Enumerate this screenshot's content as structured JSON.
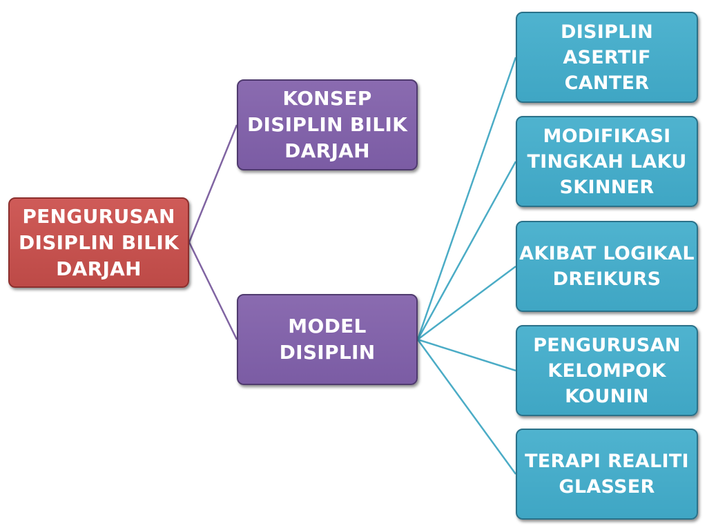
{
  "diagram": {
    "root": {
      "label": "PENGURUSAN DISIPLIN BILIK DARJAH"
    },
    "branches": [
      {
        "label": "KONSEP DISIPLIN BILIK DARJAH",
        "children": []
      },
      {
        "label": "MODEL DISIPLIN",
        "children": [
          {
            "label": "DISIPLIN ASERTIF CANTER"
          },
          {
            "label": "MODIFIKASI TINGKAH LAKU SKINNER"
          },
          {
            "label": "AKIBAT LOGIKAL DREIKURS"
          },
          {
            "label": "PENGURUSAN KELOMPOK KOUNIN"
          },
          {
            "label": "TERAPI REALITI GLASSER"
          }
        ]
      }
    ]
  },
  "colors": {
    "root_fill": "#c0504d",
    "branch_fill": "#8064a2",
    "leaf_fill": "#4bacc6",
    "branch_connector": "#8064a2",
    "leaf_connector": "#4bacc6",
    "text": "#ffffff"
  }
}
